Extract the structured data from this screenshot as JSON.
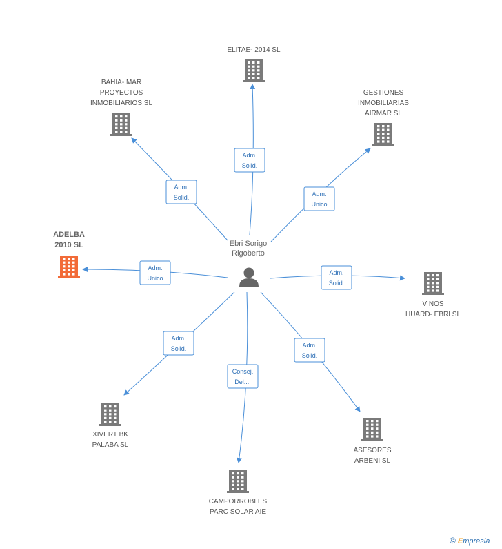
{
  "center": {
    "name_lines": [
      "Ebri Sorigo",
      "Rigoberto"
    ],
    "icon": "person-icon"
  },
  "companies": [
    {
      "id": "elitae",
      "lines": [
        "ELITAE- 2014  SL"
      ],
      "role": [
        "Adm.",
        "Solid."
      ],
      "highlight": false
    },
    {
      "id": "bahia",
      "lines": [
        "BAHIA- MAR",
        "PROYECTOS",
        "INMOBILIARIOS SL"
      ],
      "role": [
        "Adm.",
        "Solid."
      ],
      "highlight": false
    },
    {
      "id": "gestiones",
      "lines": [
        "GESTIONES",
        "INMOBILIARIAS",
        "AIRMAR SL"
      ],
      "role": [
        "Adm.",
        "Unico"
      ],
      "highlight": false
    },
    {
      "id": "adelba",
      "lines": [
        "ADELBA",
        "2010 SL"
      ],
      "role": [
        "Adm.",
        "Unico"
      ],
      "highlight": true
    },
    {
      "id": "vinos",
      "lines": [
        "VINOS",
        "HUARD- EBRI  SL"
      ],
      "role": [
        "Adm.",
        "Solid."
      ],
      "highlight": false
    },
    {
      "id": "xivert",
      "lines": [
        "XIVERT BK",
        "PALABA  SL"
      ],
      "role": [
        "Adm.",
        "Solid."
      ],
      "highlight": false
    },
    {
      "id": "camporrobles",
      "lines": [
        "CAMPORROBLES",
        "PARC SOLAR AIE"
      ],
      "role": [
        "Consej.",
        "Del...."
      ],
      "highlight": false
    },
    {
      "id": "asesores",
      "lines": [
        "ASESORES",
        "ARBENI  SL"
      ],
      "role": [
        "Adm.",
        "Solid."
      ],
      "highlight": false
    }
  ],
  "colors": {
    "edge": "#4a8fd8",
    "building": "#7a7a7a",
    "building_highlight": "#f26b38",
    "person": "#666666"
  },
  "footer": {
    "copyright_symbol": "©",
    "brand_first": "E",
    "brand_rest": "mpresia"
  }
}
